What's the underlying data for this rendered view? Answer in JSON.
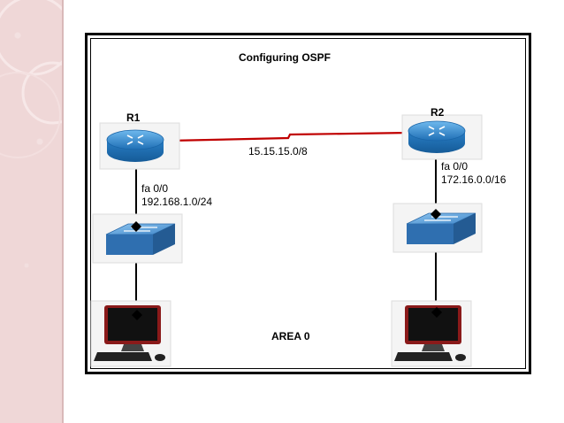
{
  "diagram": {
    "title": "Configuring OSPF",
    "area_label": "AREA 0",
    "link_label": "15.15.15.0/8",
    "routers": [
      {
        "name": "R1",
        "interface": "fa 0/0",
        "network": "192.168.1.0/24"
      },
      {
        "name": "R2",
        "interface": "fa 0/0",
        "network": "172.16.0.0/16"
      }
    ],
    "colors": {
      "router": "#2f8cd1",
      "switch": "#3f86c9",
      "serial_link": "#c00000",
      "accent_bg": "#efd7d7"
    },
    "icons": [
      "router-icon",
      "switch-icon",
      "pc-icon"
    ]
  }
}
